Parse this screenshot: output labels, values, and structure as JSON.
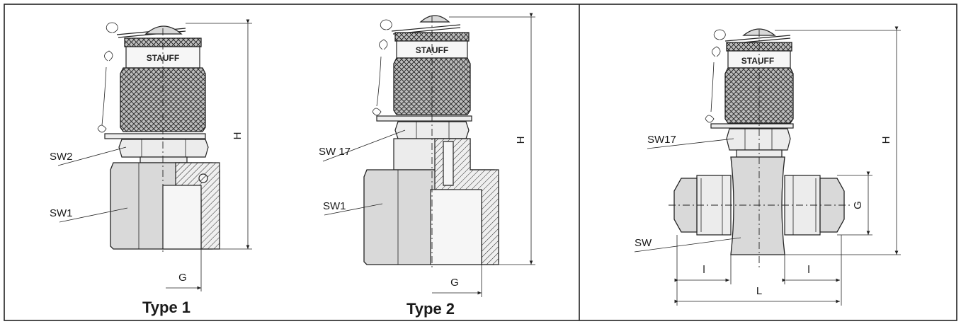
{
  "panels": [
    {
      "id": "type1",
      "caption": "Type 1",
      "brand": "STAUFF",
      "labels": {
        "height": "H",
        "wrench_top": "SW2",
        "wrench_body": "SW1",
        "thread": "G"
      }
    },
    {
      "id": "type2",
      "caption": "Type 2",
      "brand": "STAUFF",
      "labels": {
        "height": "H",
        "wrench_top": "SW 17",
        "wrench_body": "SW1",
        "thread": "G"
      }
    },
    {
      "id": "tee",
      "caption": "",
      "brand": "STAUFF",
      "labels": {
        "height": "H",
        "wrench_top": "SW17",
        "wrench_body": "SW",
        "thread": "G",
        "length_left": "l",
        "length_right": "l",
        "length_total": "L"
      }
    }
  ]
}
